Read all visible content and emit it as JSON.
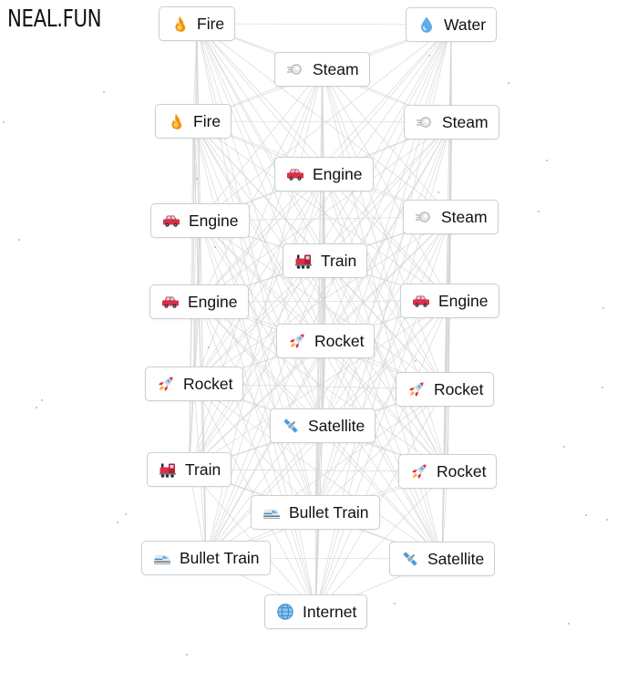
{
  "logo": {
    "text": "NEAL.FUN"
  },
  "colors": {
    "chip_border": "#c8d0d8",
    "line": "#d3d3d3",
    "text": "#111111"
  },
  "elements": [
    {
      "id": "fire-1",
      "label": "Fire",
      "icon": "fire-icon"
    },
    {
      "id": "water-1",
      "label": "Water",
      "icon": "water-drop-icon"
    },
    {
      "id": "steam-1",
      "label": "Steam",
      "icon": "steam-icon"
    },
    {
      "id": "fire-2",
      "label": "Fire",
      "icon": "fire-icon"
    },
    {
      "id": "steam-2",
      "label": "Steam",
      "icon": "steam-icon"
    },
    {
      "id": "engine-1",
      "label": "Engine",
      "icon": "car-icon"
    },
    {
      "id": "engine-2",
      "label": "Engine",
      "icon": "car-icon"
    },
    {
      "id": "steam-3",
      "label": "Steam",
      "icon": "steam-icon"
    },
    {
      "id": "train-1",
      "label": "Train",
      "icon": "locomotive-icon"
    },
    {
      "id": "engine-3",
      "label": "Engine",
      "icon": "car-icon"
    },
    {
      "id": "engine-4",
      "label": "Engine",
      "icon": "car-icon"
    },
    {
      "id": "rocket-1",
      "label": "Rocket",
      "icon": "rocket-icon"
    },
    {
      "id": "rocket-2",
      "label": "Rocket",
      "icon": "rocket-icon"
    },
    {
      "id": "rocket-3",
      "label": "Rocket",
      "icon": "rocket-icon"
    },
    {
      "id": "satellite-1",
      "label": "Satellite",
      "icon": "satellite-icon"
    },
    {
      "id": "train-2",
      "label": "Train",
      "icon": "locomotive-icon"
    },
    {
      "id": "rocket-4",
      "label": "Rocket",
      "icon": "rocket-icon"
    },
    {
      "id": "bullet-train-1",
      "label": "Bullet Train",
      "icon": "bullet-train-icon"
    },
    {
      "id": "bullet-train-2",
      "label": "Bullet Train",
      "icon": "bullet-train-icon"
    },
    {
      "id": "satellite-2",
      "label": "Satellite",
      "icon": "satellite-icon"
    },
    {
      "id": "internet-1",
      "label": "Internet",
      "icon": "globe-icon"
    }
  ]
}
